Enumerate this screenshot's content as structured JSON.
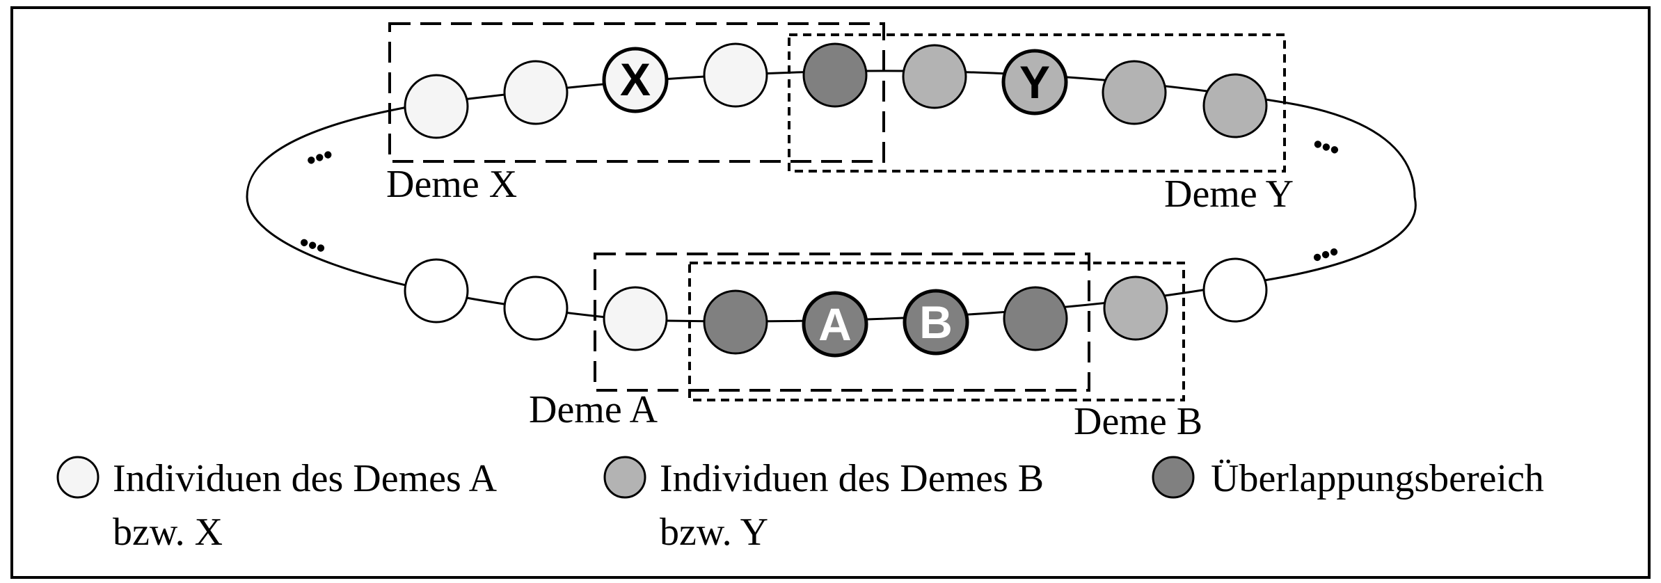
{
  "colors": {
    "frame": "#000000",
    "deme_a_x": "#f5f5f5",
    "deme_b_y": "#b3b3b3",
    "overlap": "#808080",
    "unassigned": "#ffffff"
  },
  "labels": {
    "deme_x": "Deme X",
    "deme_y": "Deme Y",
    "deme_a": "Deme A",
    "deme_b": "Deme B"
  },
  "special_individuals": {
    "x": "X",
    "y": "Y",
    "a": "A",
    "b": "B"
  },
  "continuation_marker": "•••",
  "legend": [
    {
      "key": "deme_a_x",
      "line1": "Individuen des Demes A",
      "line2": "bzw. X"
    },
    {
      "key": "deme_b_y",
      "line1": "Individuen des Demes B",
      "line2": "bzw. Y"
    },
    {
      "key": "overlap",
      "line1": "Überlappungsbereich",
      "line2": ""
    }
  ]
}
